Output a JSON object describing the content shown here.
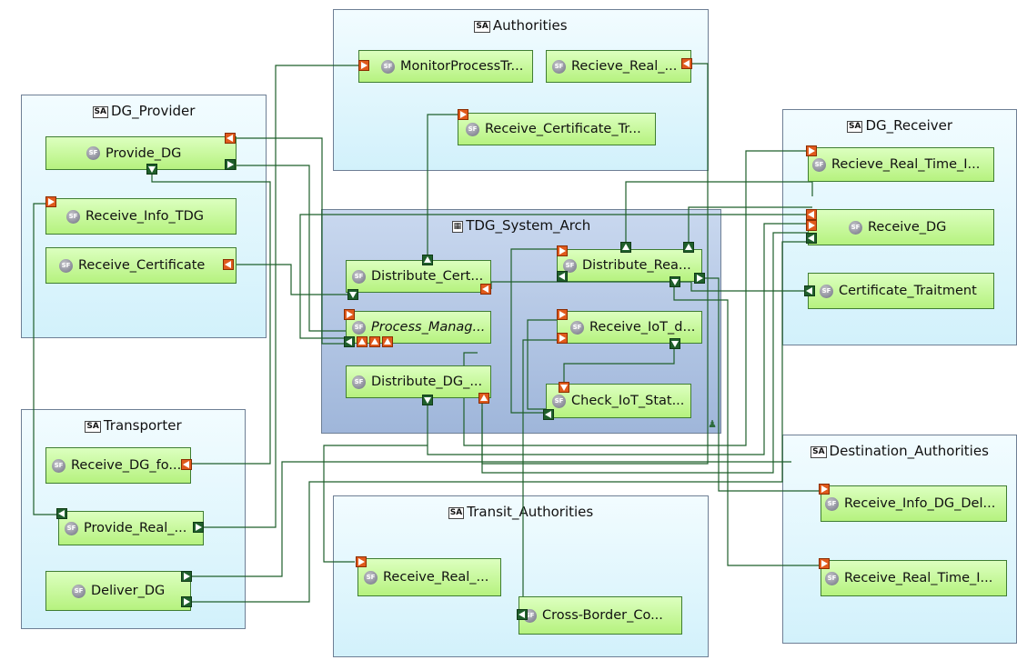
{
  "actors": {
    "authorities": "Authorities",
    "dg_provider": "DG_Provider",
    "dg_receiver": "DG_Receiver",
    "tdg_system_arch": "TDG_System_Arch",
    "transporter": "Transporter",
    "destination_authorities": "Destination_Authorities",
    "transit_authorities": "Transit_Authorities"
  },
  "icons": {
    "actor_icon": "SA",
    "function_icon": "SF"
  },
  "functions": {
    "monitor_process": "MonitorProcessTr...",
    "recieve_real_auth": "Recieve_Real_...",
    "receive_cert_tr": "Receive_Certificate_Tr...",
    "provide_dg": "Provide_DG",
    "receive_info_tdg": "Receive_Info_TDG",
    "receive_certificate": "Receive_Certificate",
    "recieve_real_time_dgr": "Recieve_Real_Time_I...",
    "receive_dg": "Receive_DG",
    "certificate_traitment": "Certificate_Traitment",
    "distribute_cert": "Distribute_Cert...",
    "distribute_rea": "Distribute_Rea...",
    "process_manag": "Process_Manag...",
    "receive_iot": "Receive_IoT_d...",
    "distribute_dg": "Distribute_DG_...",
    "check_iot": "Check_IoT_Stat...",
    "receive_dg_fo": "Receive_DG_fo...",
    "provide_real": "Provide_Real_...",
    "deliver_dg": "Deliver_DG",
    "receive_info_dg_del": "Receive_Info_DG_Del...",
    "receive_real_time_dest": "Receive_Real_Time_I...",
    "receive_real_transit": "Receive_Real_...",
    "cross_border": "Cross-Border_Co..."
  },
  "colors": {
    "actor_fill": "#d2f1fb",
    "system_fill": "#9fb6da",
    "function_fill": "#b6f27f",
    "port_in": "#e05a1c",
    "port_out": "#1f5f2b",
    "link": "#1f5f2b"
  }
}
